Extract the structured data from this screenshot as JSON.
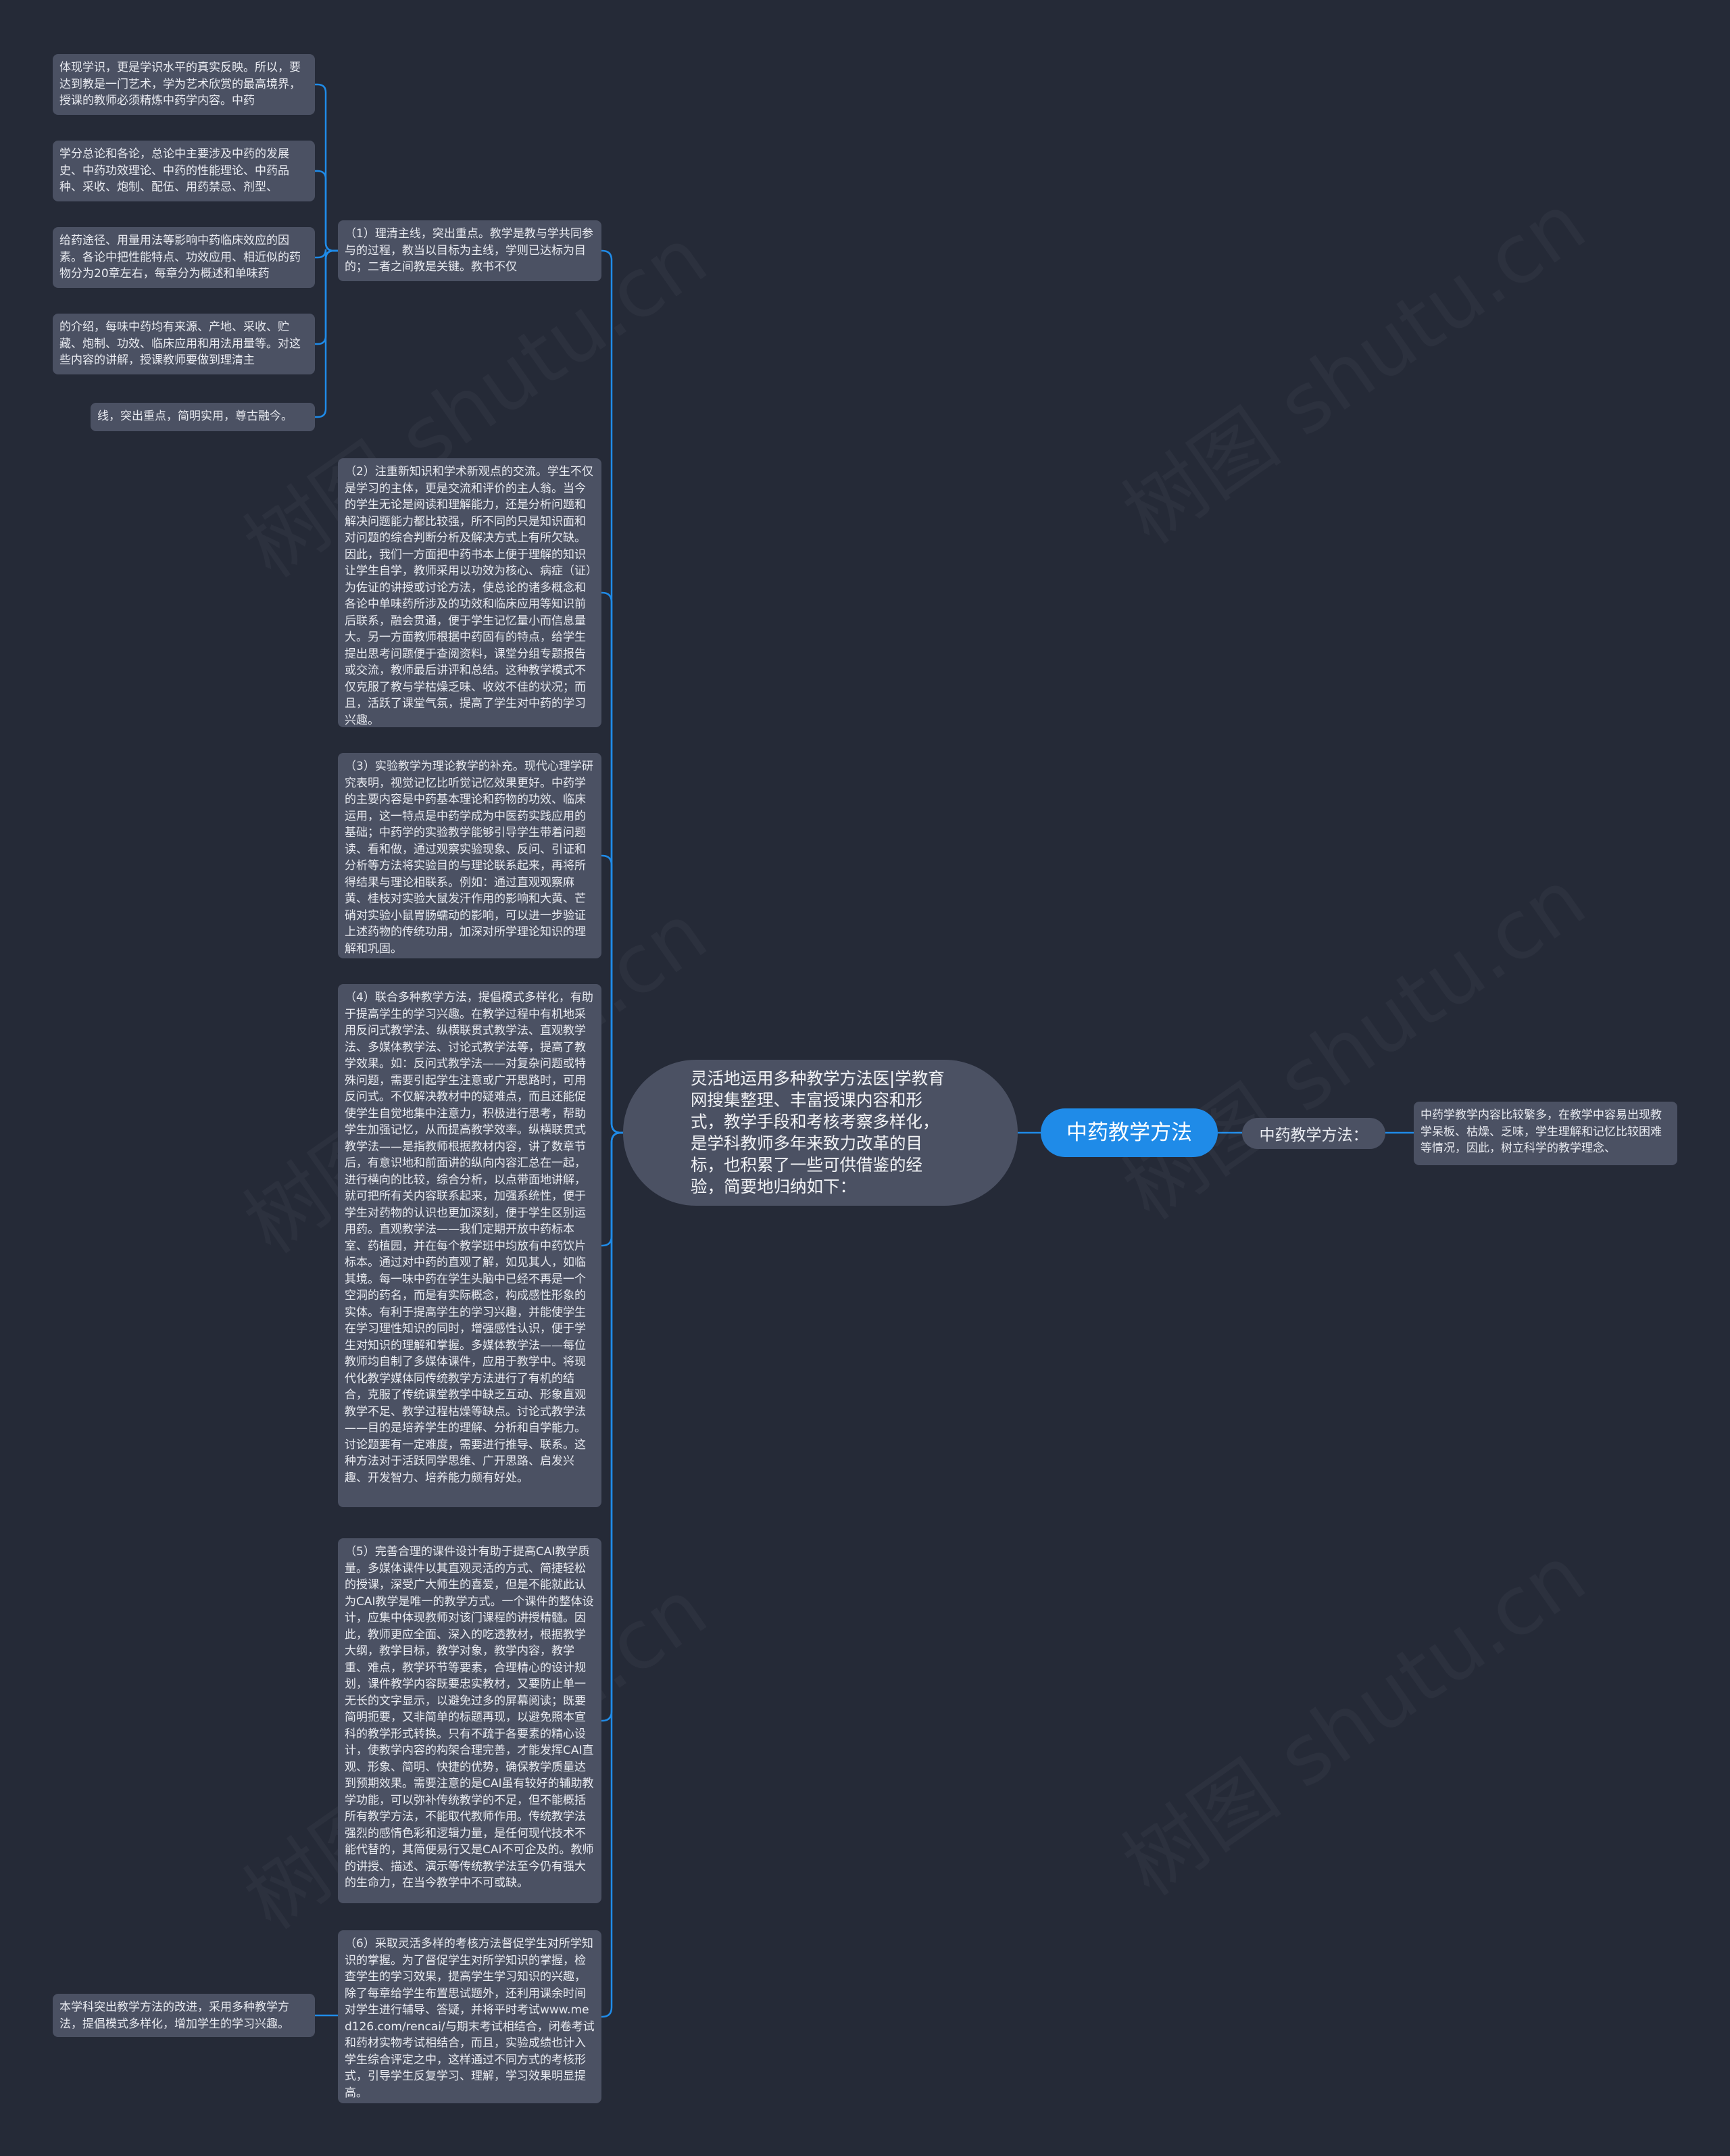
{
  "root": {
    "label": "中药教学方法"
  },
  "center": {
    "text": "灵活地运用多种教学方法医|学教育网搜集整理、丰富授课内容和形式，教学手段和考核考察多样化，是学科教师多年来致力改革的目标，也积累了一些可供借鉴的经验，简要地归纳如下："
  },
  "right": {
    "label": "中药教学方法：",
    "leaf": "中药学教学内容比较繁多，在教学中容易出现教学呆板、枯燥、乏味，学生理解和记忆比较困难等情况，因此，树立科学的教学理念、"
  },
  "branches": {
    "b1": "（1）理清主线，突出重点。教学是教与学共同参与的过程，教当以目标为主线，学则已达标为目的；二者之间教是关键。教书不仅",
    "b2": "（2）注重新知识和学术新观点的交流。学生不仅是学习的主体，更是交流和评价的主人翁。当今的学生无论是阅读和理解能力，还是分析问题和解决问题能力都比较强，所不同的只是知识面和对问题的综合判断分析及解决方式上有所欠缺。因此，我们一方面把中药书本上便于理解的知识让学生自学，教师采用以功效为核心、病症（证）为佐证的讲授或讨论方法，使总论的诸多概念和各论中单味药所涉及的功效和临床应用等知识前后联系，融会贯通，便于学生记忆量小而信息量大。另一方面教师根据中药固有的特点，给学生提出思考问题便于查阅资料，课堂分组专题报告或交流，教师最后讲评和总结。这种教学模式不仅克服了教与学枯燥乏味、收效不佳的状况；而且，活跃了课堂气氛，提高了学生对中药的学习兴趣。",
    "b3": "（3）实验教学为理论教学的补充。现代心理学研究表明，视觉记忆比听觉记忆效果更好。中药学的主要内容是中药基本理论和药物的功效、临床运用，这一特点是中药学成为中医药实践应用的基础；中药学的实验教学能够引导学生带着问题读、看和做，通过观察实验现象、反问、引证和分析等方法将实验目的与理论联系起来，再将所得结果与理论相联系。例如：通过直观观察麻黄、桂枝对实验大鼠发汗作用的影响和大黄、芒硝对实验小鼠胃肠蠕动的影响，可以进一步验证上述药物的传统功用，加深对所学理论知识的理解和巩固。",
    "b4": "（4）联合多种教学方法，提倡模式多样化，有助于提高学生的学习兴趣。在教学过程中有机地采用反问式教学法、纵横联贯式教学法、直观教学法、多媒体教学法、讨论式教学法等，提高了教学效果。如：反问式教学法——对复杂问题或特殊问题，需要引起学生注意或广开思路时，可用反问式。不仅解决教材中的疑难点，而且还能促使学生自觉地集中注意力，积极进行思考，帮助学生加强记忆，从而提高教学效率。纵横联贯式教学法——是指教师根据教材内容，讲了数章节后，有意识地和前面讲的纵向内容汇总在一起，进行横向的比较，综合分析，以点带面地讲解，就可把所有关内容联系起来，加强系统性，便于学生对药物的认识也更加深刻，便于学生区别运用药。直观教学法——我们定期开放中药标本室、药植园，并在每个教学班中均放有中药饮片标本。通过对中药的直观了解，如见其人，如临其境。每一味中药在学生头脑中已经不再是一个空洞的药名，而是有实际概念，构成感性形象的实体。有利于提高学生的学习兴趣，并能使学生在学习理性知识的同时，增强感性认识，便于学生对知识的理解和掌握。多媒体教学法——每位教师均自制了多媒体课件，应用于教学中。将现代化教学媒体同传统教学方法进行了有机的结合，克服了传统课堂教学中缺乏互动、形象直观教学不足、教学过程枯燥等缺点。讨论式教学法——目的是培养学生的理解、分析和自学能力。讨论题要有一定难度，需要进行推导、联系。这种方法对于活跃同学思维、广开思路、启发兴趣、开发智力、培养能力颇有好处。",
    "b5": "（5）完善合理的课件设计有助于提高CAI教学质量。多媒体课件以其直观灵活的方式、简捷轻松的授课，深受广大师生的喜爱，但是不能就此认为CAI教学是唯一的教学方式。一个课件的整体设计，应集中体现教师对该门课程的讲授精髓。因此，教师更应全面、深入的吃透教材，根据教学大纲，教学目标，教学对象，教学内容，教学重、难点，教学环节等要素，合理精心的设计规划，课件教学内容既要忠实教材，又要防止单一无长的文字显示，以避免过多的屏幕阅读；既要简明扼要，又非简单的标题再现，以避免照本宣科的教学形式转换。只有不疏于各要素的精心设计，使教学内容的构架合理完善，才能发挥CAI直观、形象、简明、快捷的优势，确保教学质量达到预期效果。需要注意的是CAI虽有较好的辅助教学功能，可以弥补传统教学的不足，但不能概括所有教学方法，不能取代教师作用。传统教学法强烈的感情色彩和逻辑力量，是任何现代技术不能代替的，其简便易行又是CAI不可企及的。教师的讲授、描述、演示等传统教学法至今仍有强大的生命力，在当今教学中不可或缺。",
    "b6": "（6）采取灵活多样的考核方法督促学生对所学知识的掌握。为了督促学生对所学知识的掌握，检查学生的学习效果，提高学生学习知识的兴趣，除了每章给学生布置思试题外，还利用课余时间对学生进行辅导、答疑，并将平时考试www.med126.com/rencai/与期末考试相结合，闭卷考试和药材实物考试相结合，而且，实验成绩也计入学生综合评定之中，这样通过不同方式的考核形式，引导学生反复学习、理解，学习效果明显提高。"
  },
  "leaves_b1": [
    "体现学识，更是学识水平的真实反映。所以，要达到教是一门艺术，学为艺术欣赏的最高境界，授课的教师必须精炼中药学内容。中药",
    "学分总论和各论，总论中主要涉及中药的发展史、中药功效理论、中药的性能理论、中药品种、采收、炮制、配伍、用药禁忌、剂型、",
    "给药途径、用量用法等影响中药临床效应的因素。各论中把性能特点、功效应用、相近似的药物分为20章左右，每章分为概述和单味药",
    "的介绍，每味中药均有来源、产地、采收、贮藏、炮制、功效、临床应用和用法用量等。对这些内容的讲解，授课教师要做到理清主",
    "线，突出重点，简明实用，尊古融今。"
  ],
  "leaf_b6": "本学科突出教学方法的改进，采用多种教学方法，提倡模式多样化，增加学生的学习兴趣。",
  "watermark": "树图 shutu.cn",
  "colors": {
    "line": "#1f8be8",
    "node": "#4b5163",
    "root": "#1f8be8",
    "bg": "#252a37"
  }
}
